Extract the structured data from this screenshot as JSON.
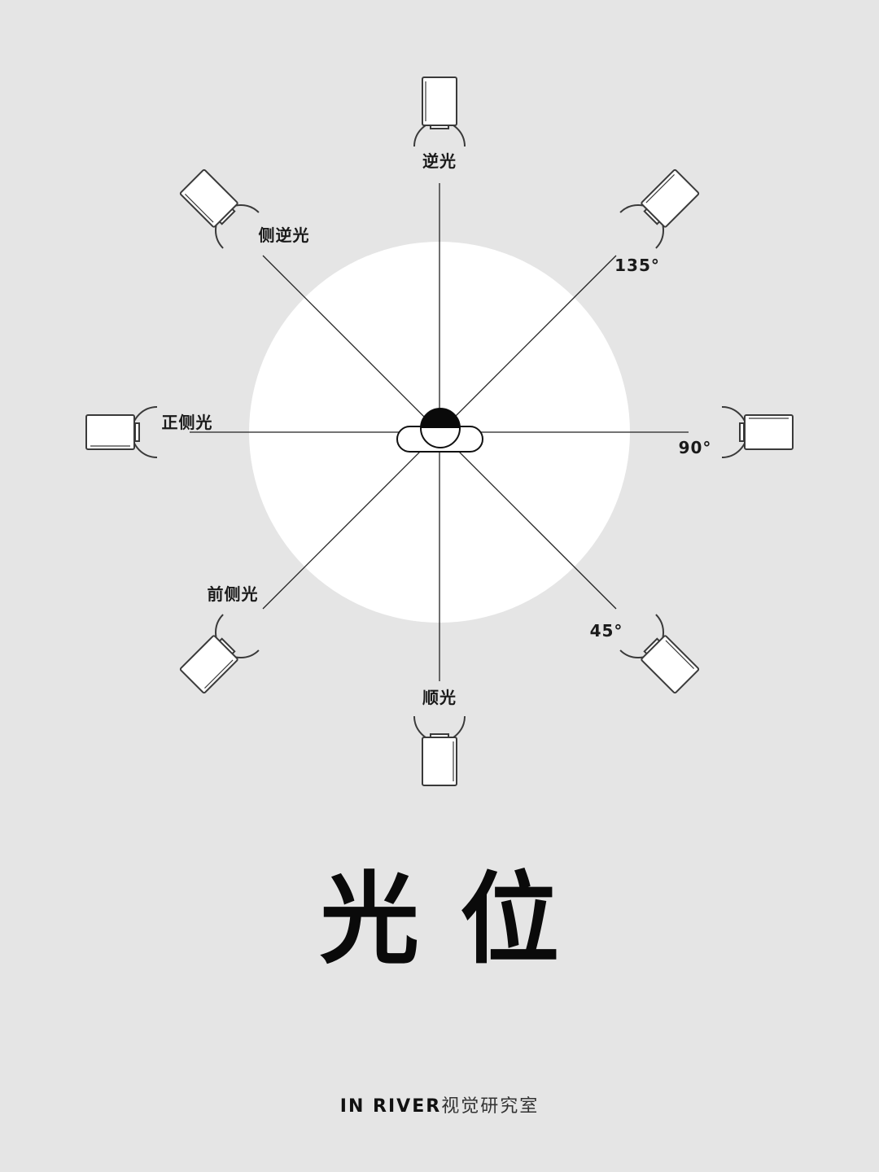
{
  "title": "光位",
  "footer": {
    "brand": "IN RIVER",
    "studio": "视觉研究室"
  },
  "diagram": {
    "positions": [
      {
        "id": "back",
        "label": "逆光",
        "angle_deg": 180
      },
      {
        "id": "side-back",
        "label": "侧逆光",
        "angle_deg": 135
      },
      {
        "id": "side",
        "label": "正侧光",
        "angle_deg": 90
      },
      {
        "id": "front-side",
        "label": "前侧光",
        "angle_deg": 45
      },
      {
        "id": "front",
        "label": "顺光",
        "angle_deg": 0
      },
      {
        "id": "deg-45",
        "label": "45°",
        "angle_deg": 45
      },
      {
        "id": "deg-90",
        "label": "90°",
        "angle_deg": 90
      },
      {
        "id": "deg-135",
        "label": "135°",
        "angle_deg": 135
      }
    ]
  }
}
